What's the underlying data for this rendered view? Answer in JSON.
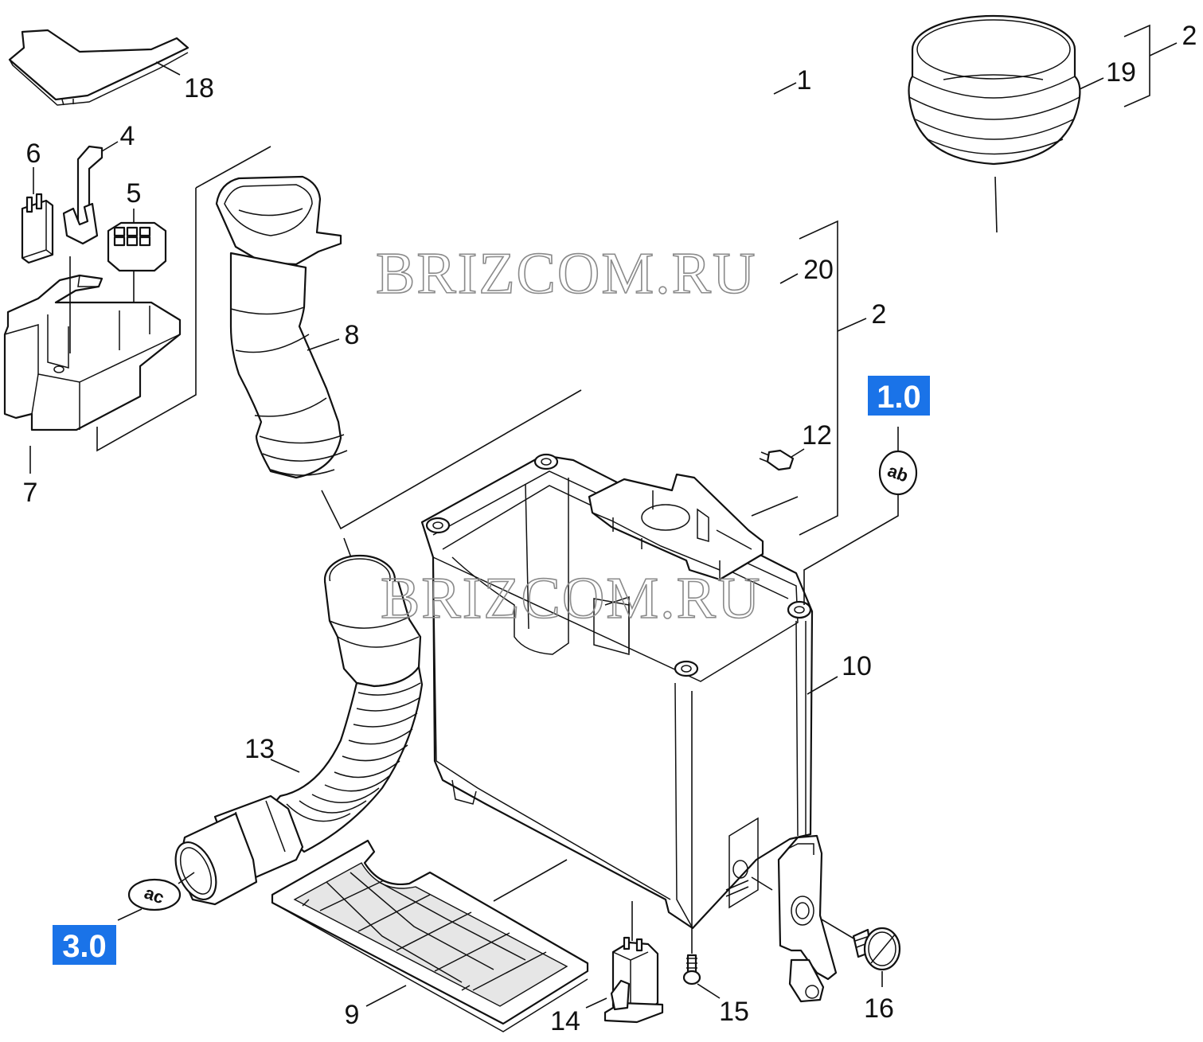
{
  "diagram": {
    "watermark": "BRIZCOM.RU",
    "colors": {
      "badge": "#1a73e8",
      "line": "#111111",
      "filter_mesh": "#e6e6e6"
    },
    "callouts": [
      {
        "id": "c1",
        "text": "1"
      },
      {
        "id": "c2a",
        "text": "2"
      },
      {
        "id": "c19",
        "text": "19"
      },
      {
        "id": "c18",
        "text": "18"
      },
      {
        "id": "c4",
        "text": "4"
      },
      {
        "id": "c6",
        "text": "6"
      },
      {
        "id": "c5",
        "text": "5"
      },
      {
        "id": "c7",
        "text": "7"
      },
      {
        "id": "c8",
        "text": "8"
      },
      {
        "id": "c20",
        "text": "20"
      },
      {
        "id": "c2b",
        "text": "2"
      },
      {
        "id": "c12",
        "text": "12"
      },
      {
        "id": "c10",
        "text": "10"
      },
      {
        "id": "c13",
        "text": "13"
      },
      {
        "id": "c9",
        "text": "9"
      },
      {
        "id": "c14",
        "text": "14"
      },
      {
        "id": "c15",
        "text": "15"
      },
      {
        "id": "c16",
        "text": "16"
      }
    ],
    "badges": [
      {
        "id": "b10",
        "text": "1.0"
      },
      {
        "id": "b30",
        "text": "3.0"
      }
    ],
    "connectors": [
      {
        "id": "ab",
        "text": "ab"
      },
      {
        "id": "ac",
        "text": "ac"
      }
    ]
  }
}
